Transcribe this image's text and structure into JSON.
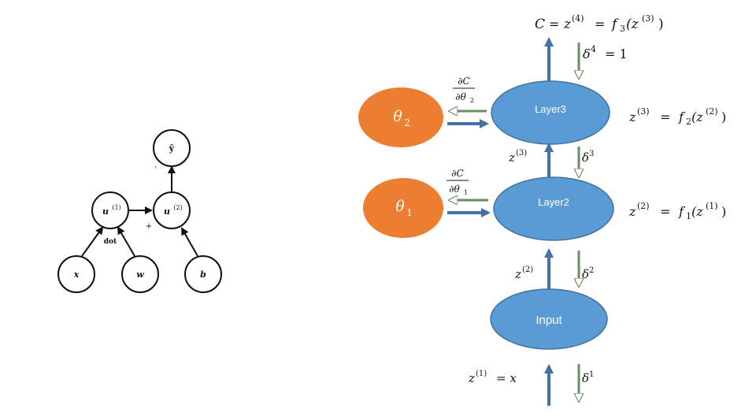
{
  "left_graph": {
    "nodes": {
      "x": "x",
      "w": "w",
      "b": "b",
      "u1": "u",
      "u1_sup": "(1)",
      "u2": "u",
      "u2_sup": "(2)",
      "y": "ŷ"
    },
    "edge_labels": {
      "dot": "dot",
      "plus": "+",
      "tick": "ʾ"
    }
  },
  "right_graph": {
    "nodes": {
      "input": "Input",
      "layer2": "Layer2",
      "layer3": "Layer3",
      "theta1_base": "θ",
      "theta1_sub": "1",
      "theta2_base": "θ",
      "theta2_sub": "2"
    },
    "colors": {
      "layer_fill": "#5b9bd5",
      "layer_stroke": "#41719c",
      "param_fill": "#ed7d31",
      "forward_arrow": "#4472a8",
      "backward_arrow": "#8fa88a"
    },
    "equations": {
      "top_c": "C",
      "top_eq": "=",
      "top_z": "z",
      "top_z_sup": "(4)",
      "top_eq2": "=",
      "top_f": "f",
      "top_f_sub": "3",
      "top_arg_open": "(z",
      "top_arg_sup": "(3)",
      "top_arg_close": ")",
      "delta4": "δ",
      "delta4_sup": "4",
      "delta4_rhs": "=  1",
      "layer3_z": "z",
      "layer3_sup": "(3)",
      "layer3_eq": "=",
      "layer3_f": "f",
      "layer3_f_sub": "2",
      "layer3_arg_open": "(z",
      "layer3_arg_sup": "(2)",
      "layer3_arg_close": ")",
      "layer2_z": "z",
      "layer2_sup": "(2)",
      "layer2_eq": "=",
      "layer2_f": "f",
      "layer2_f_sub": "1",
      "layer2_arg_open": "(z",
      "layer2_arg_sup": "(1)",
      "layer2_arg_close": ")",
      "z3": "z",
      "z3_sup": "(3)",
      "delta3": "δ",
      "delta3_sup": "3",
      "z2": "z",
      "z2_sup": "(2)",
      "delta2": "δ",
      "delta2_sup": "2",
      "z1": "z",
      "z1_sup": "(1)",
      "z1_rhs": "= x",
      "delta1": "δ",
      "delta1_sup": "1",
      "grad2_num": "∂C",
      "grad2_den": "∂θ",
      "grad2_den_sub": "2",
      "grad1_num": "∂C",
      "grad1_den": "∂θ",
      "grad1_den_sub": "1"
    }
  }
}
